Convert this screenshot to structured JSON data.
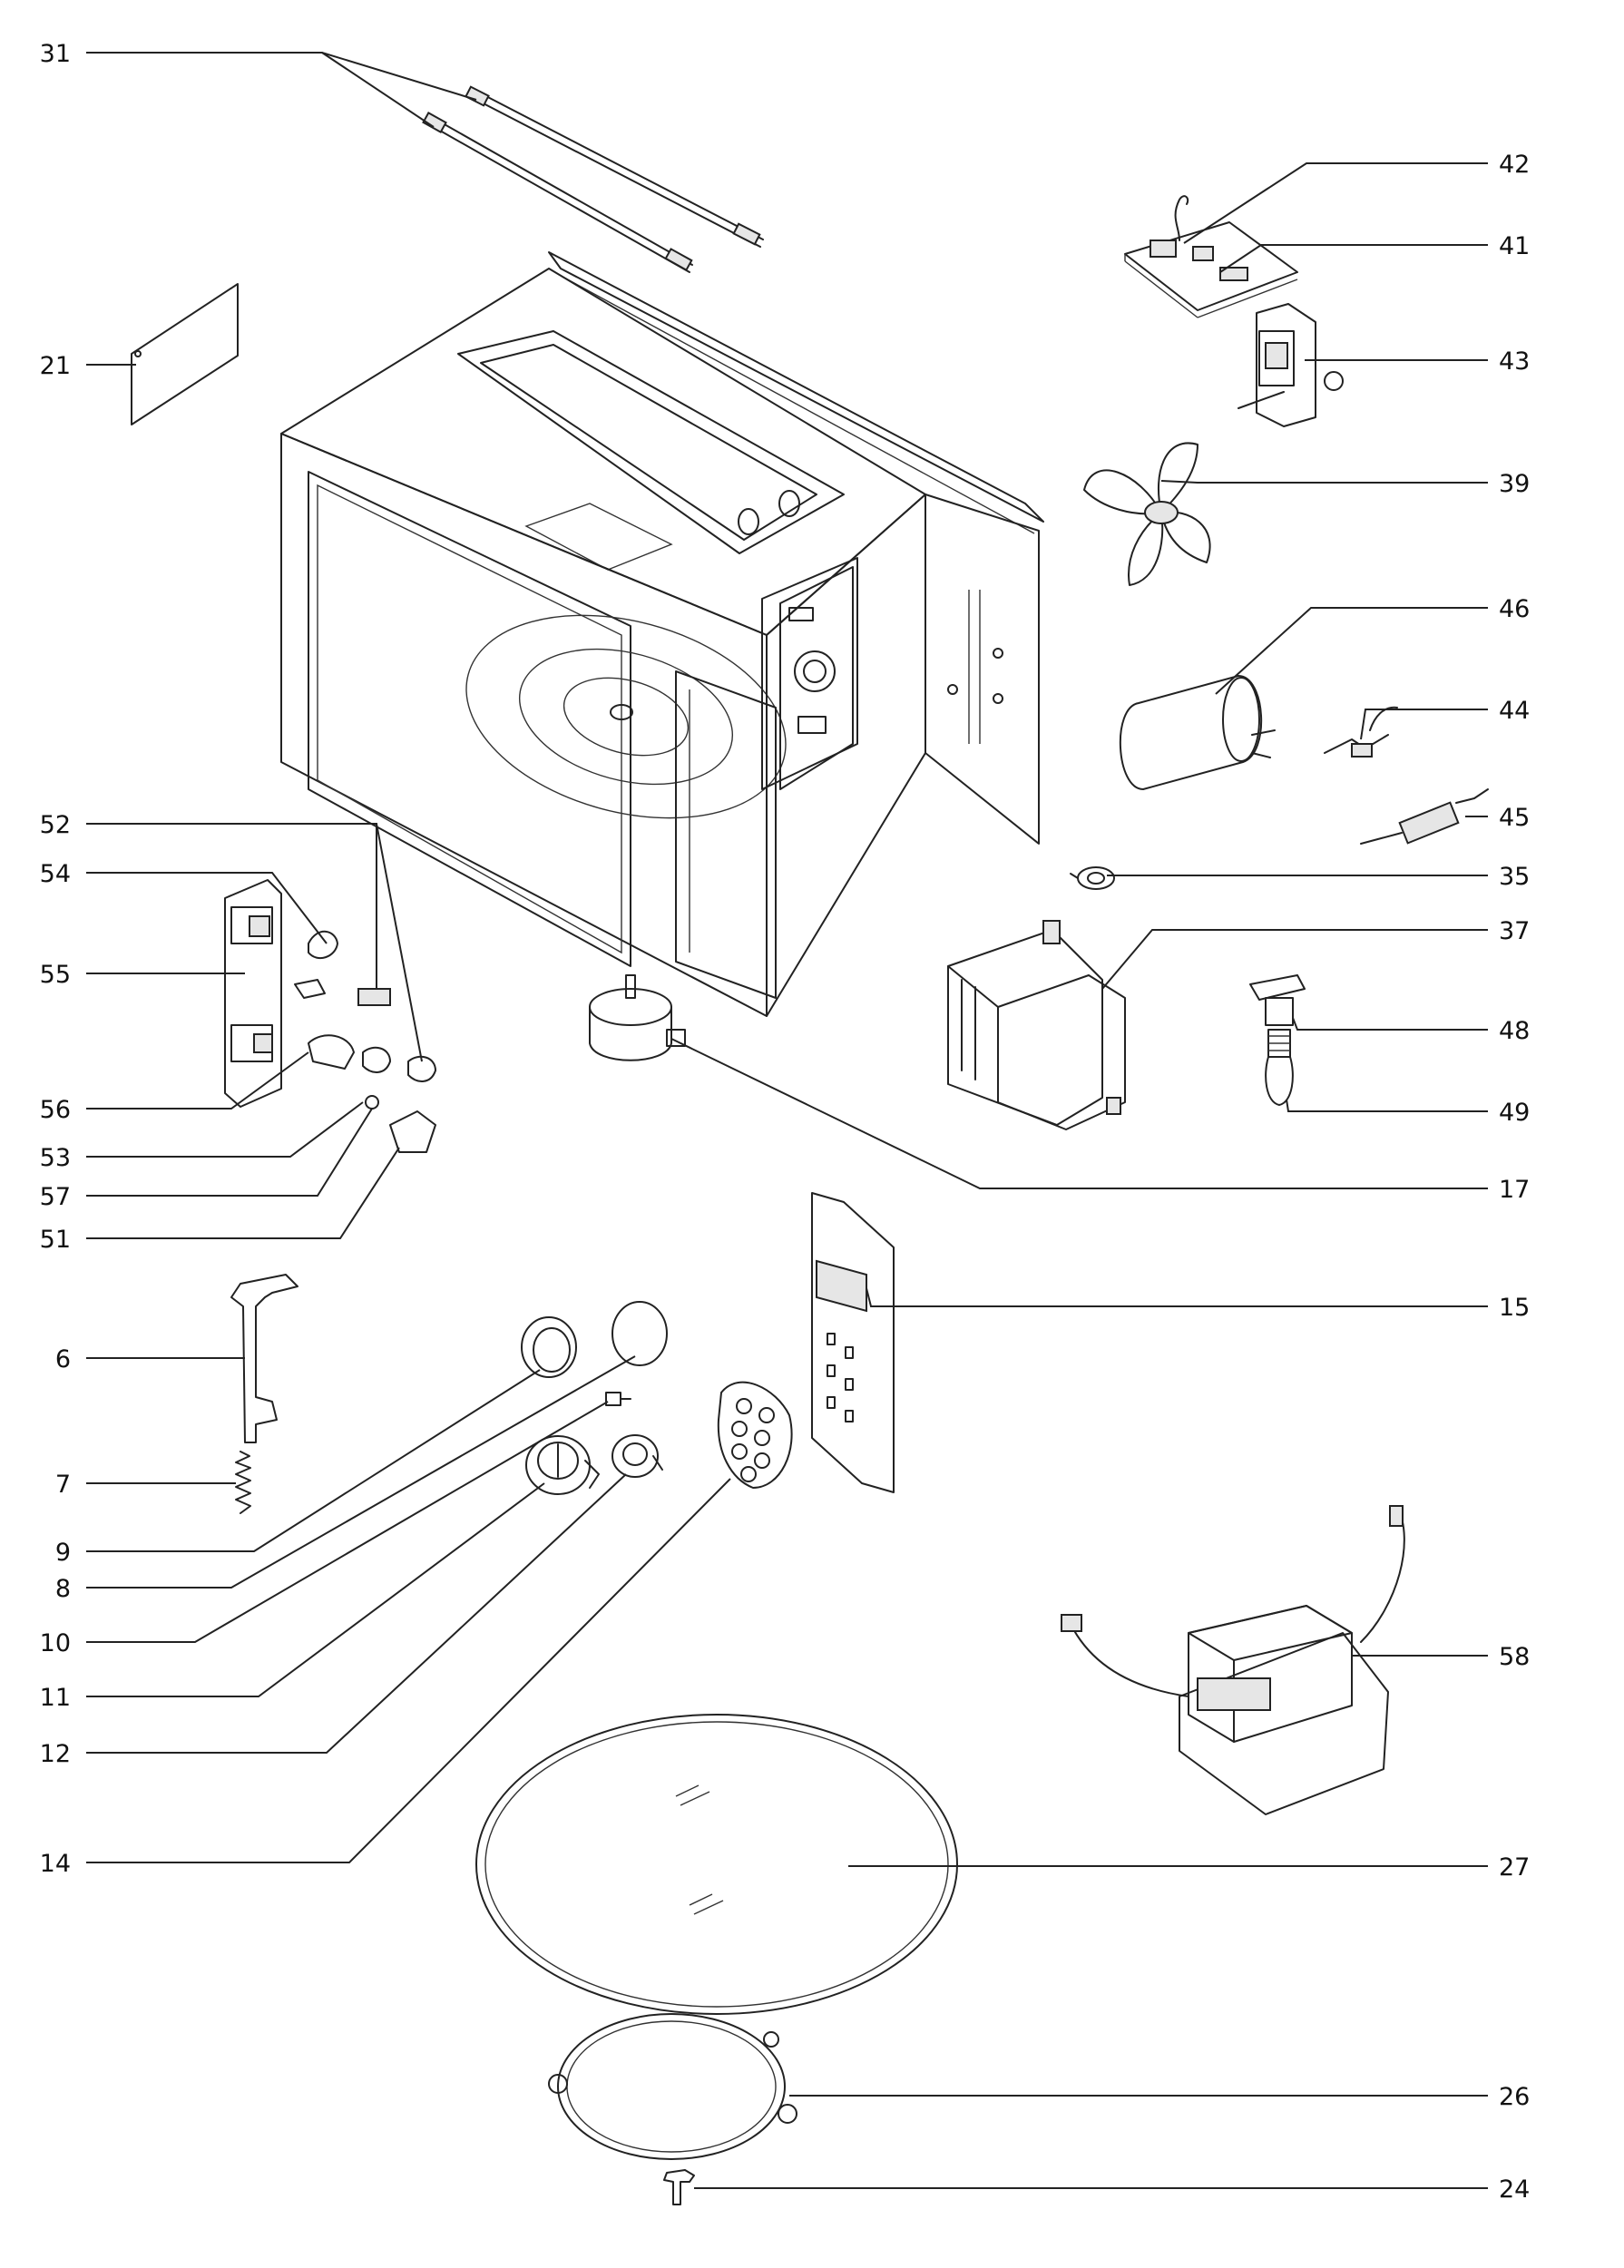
{
  "labels": {
    "p31": "31",
    "p21": "21",
    "p42": "42",
    "p41": "41",
    "p43": "43",
    "p39": "39",
    "p46": "46",
    "p44": "44",
    "p45": "45",
    "p35": "35",
    "p37": "37",
    "p48": "48",
    "p49": "49",
    "p17": "17",
    "p52": "52",
    "p54": "54",
    "p55": "55",
    "p56": "56",
    "p53": "53",
    "p57": "57",
    "p51": "51",
    "p15": "15",
    "p6": "6",
    "p7": "7",
    "p9": "9",
    "p8": "8",
    "p10": "10",
    "p11": "11",
    "p12": "12",
    "p14": "14",
    "p58": "58",
    "p27": "27",
    "p26": "26",
    "p24": "24"
  }
}
